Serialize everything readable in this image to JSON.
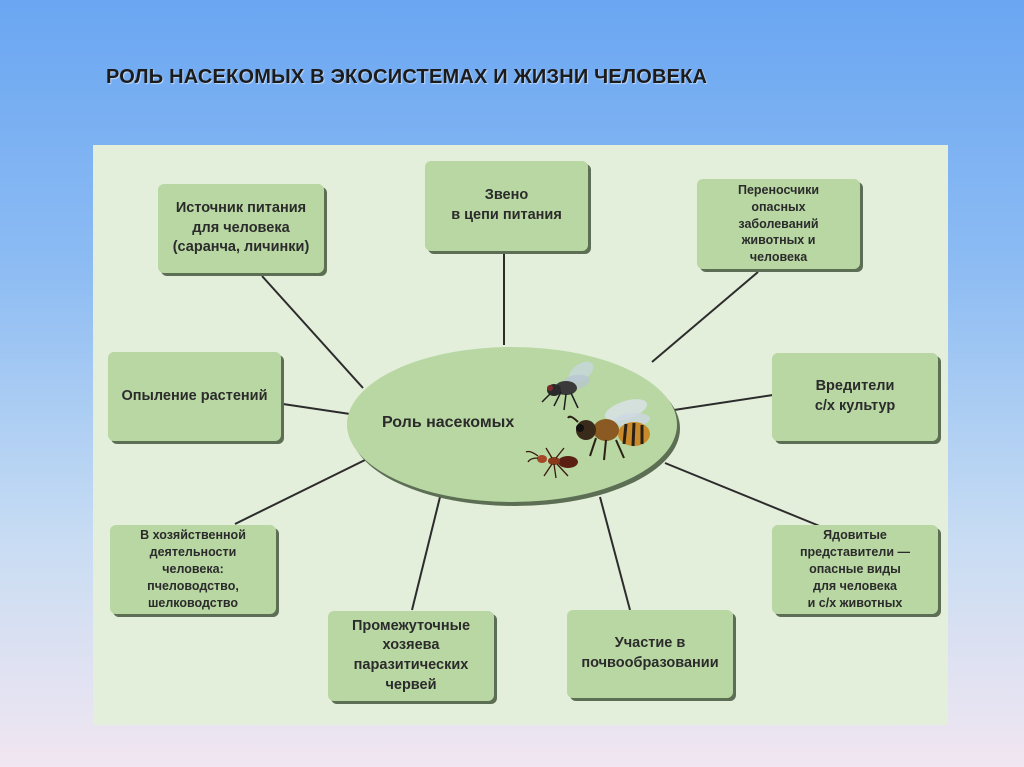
{
  "title": "РОЛЬ НАСЕКОМЫХ В ЭКОСИСТЕМАХ И ЖИЗНИ ЧЕЛОВЕКА",
  "center": {
    "label": "Роль насекомых"
  },
  "nodes": {
    "food_source": "Источник питания\nдля человека\n(саранча, личинки)",
    "food_chain": "Звено\nв цепи питания",
    "disease_carriers": "Переносчики\nопасных\nзаболеваний\nживотных и\nчеловека",
    "pollination": "Опыление растений",
    "pests": "Вредители\nс/х культур",
    "economic": "В хозяйственной\nдеятельности\nчеловека:\nпчеловодство,\nшелководство",
    "poisonous": "Ядовитые\nпредставители —\nопасные виды\nдля человека\nи с/х животных",
    "hosts": "Промежуточные\nхозяева\nпаразитических\nчервей",
    "soil": "Участие в\nпочвообразовании"
  },
  "colors": {
    "box_fill": "#b8d7a3",
    "box_shadow": "#5c6e53",
    "panel": "#e3eedb",
    "line": "#2c2c2c"
  },
  "icons": [
    "fly-icon",
    "bee-icon",
    "ant-icon"
  ]
}
